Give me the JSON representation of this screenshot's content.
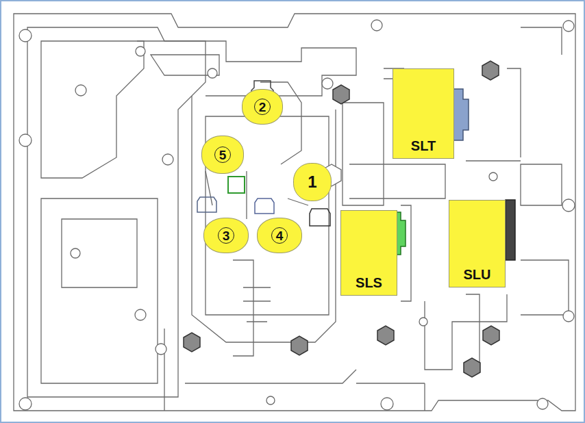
{
  "diagram": {
    "nodes": [
      {
        "text": [
          "2"
        ]
      },
      {
        "text": [
          "SLT"
        ]
      },
      {
        "text": [
          "5"
        ]
      },
      {
        "text": [
          "1"
        ]
      },
      {
        "text": [
          "3"
        ]
      },
      {
        "text": [
          "4"
        ]
      },
      {
        "text": [
          "SLU"
        ]
      },
      {
        "text": [
          "SLS"
        ]
      }
    ]
  }
}
